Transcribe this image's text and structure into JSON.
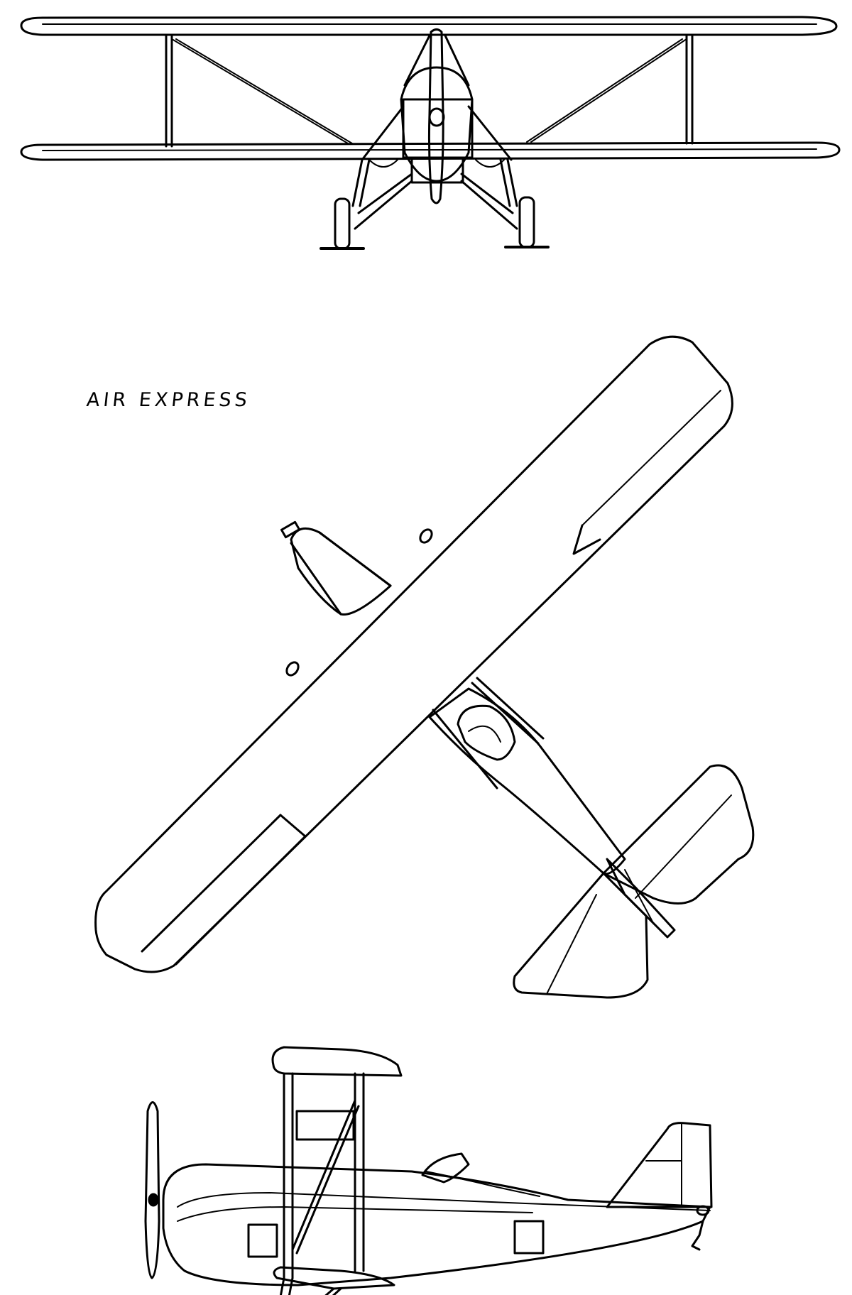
{
  "diagram": {
    "title": "AIR EXPRESS",
    "views": [
      {
        "name": "front-view"
      },
      {
        "name": "top-view"
      },
      {
        "name": "side-view"
      }
    ]
  }
}
